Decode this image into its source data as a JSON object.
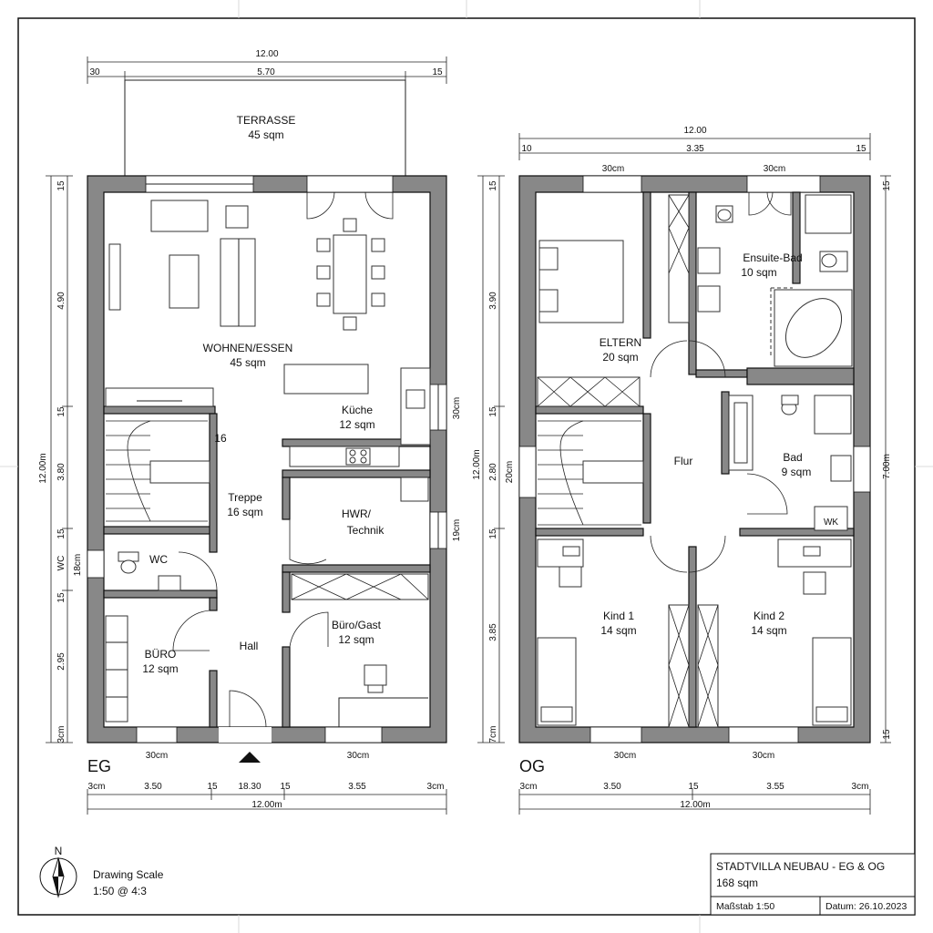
{
  "ground_floor": {
    "label": "EG",
    "rooms": {
      "terrace": {
        "name": "TERRASSE",
        "area": "45 sqm"
      },
      "living": {
        "name": "WOHNEN/ESSEN",
        "area": "45 sqm"
      },
      "kitchen": {
        "name": "Küche",
        "area": "12 sqm"
      },
      "stairs": {
        "name": "Treppe",
        "area": "16 sqm"
      },
      "utility": {
        "name": "HWR/",
        "name2": "Technik"
      },
      "wc": {
        "name": "WC"
      },
      "office": {
        "name": "BÜRO",
        "area": "12 sqm"
      },
      "hall": {
        "name": "Hall"
      },
      "guest": {
        "name": "Büro/Gast",
        "area": "12 sqm"
      }
    },
    "stair_steps": "16",
    "dims_top": {
      "total": "12.00",
      "left": "30",
      "mid": "5.70",
      "right": "15"
    },
    "dims_bottom": {
      "a": "3cm",
      "b": "3.50",
      "c": "15",
      "d": "18.30",
      "e": "15",
      "f": "3.55",
      "g": "3cm",
      "total": "12.00m"
    },
    "dims_left": {
      "a": "15",
      "b": "4.90",
      "c": "15",
      "d": "3.80",
      "e": "15",
      "f": "WC",
      "g": "15",
      "h": "2.95",
      "i": "3cm",
      "total": "12.00m"
    },
    "dims_right": {
      "a": "30cm",
      "b": "19cm"
    },
    "dims_window_left": "18cm",
    "window_labels": {
      "bottom_left": "30cm",
      "bottom_right": "30cm"
    }
  },
  "upper_floor": {
    "label": "OG",
    "rooms": {
      "parents": {
        "name": "ELTERN",
        "area": "20 sqm"
      },
      "ensuite": {
        "name": "Ensuite-Bad",
        "area": "10 sqm"
      },
      "corridor": {
        "name": "Flur"
      },
      "bath": {
        "name": "Bad",
        "area": "9 sqm"
      },
      "child1": {
        "name": "Kind 1",
        "area": "14 sqm"
      },
      "child2": {
        "name": "Kind 2",
        "area": "14 sqm"
      }
    },
    "tag_wm": "WK",
    "dims_top": {
      "total": "12.00",
      "left": "10",
      "mid": "3.35",
      "right": "15"
    },
    "window_top": {
      "left": "30cm",
      "right": "30cm"
    },
    "dims_bottom": {
      "a": "3cm",
      "b": "3.50",
      "c": "15",
      "d": "3.55",
      "e": "3cm",
      "total": "12.00m"
    },
    "dims_left": {
      "a": "15",
      "b": "3.90",
      "c": "15",
      "d": "2.80",
      "e": "15",
      "f": "3.85",
      "g": "7cm",
      "total": "12.00m"
    },
    "dims_right": {
      "a": "15",
      "b": "7.00m",
      "c": "15"
    },
    "dims_window_left": "20cm",
    "window_labels": {
      "bottom_left": "30cm",
      "bottom_right": "30cm"
    }
  },
  "north": {
    "letter": "N"
  },
  "scale": {
    "label": "Drawing Scale",
    "value": "1:50 @ 4:3"
  },
  "title_block": {
    "title": "STADTVILLA NEUBAU - EG & OG",
    "area": "168 sqm",
    "scale": "Maßstab 1:50",
    "date": "Datum: 26.10.2023"
  }
}
